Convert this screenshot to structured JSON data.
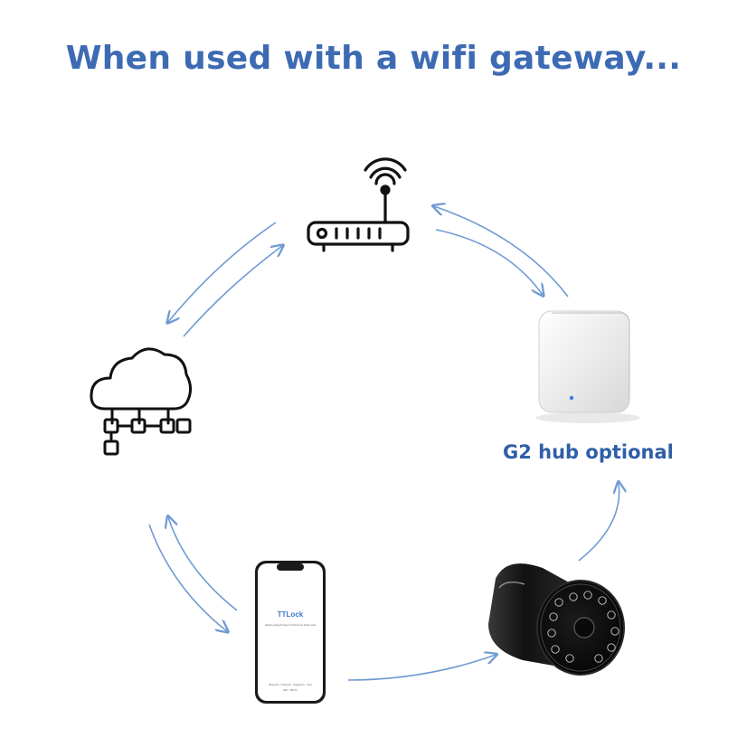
{
  "title": "When used with a wifi gateway...",
  "hub_label": "G2 hub optional",
  "phone": {
    "app_name": "TTLock",
    "tagline": "Global Leading Provider of Solutions for Smart Locks",
    "footer": "Bluetooth · Passcode · Fingerprint · Card",
    "footer2": "WiFi · NB-IoT"
  },
  "nodes": [
    {
      "id": "router",
      "icon": "wifi-router-icon"
    },
    {
      "id": "hub",
      "icon": "g2-hub-device"
    },
    {
      "id": "lock",
      "icon": "smart-cylinder-lock"
    },
    {
      "id": "phone",
      "icon": "smartphone-ttlock-app"
    },
    {
      "id": "cloud",
      "icon": "cloud-network-icon"
    }
  ],
  "colors": {
    "title": "#3d6bb3",
    "hub_label": "#2f5fa8",
    "arrow": "#6f9bd2",
    "icon_stroke": "#111111"
  }
}
